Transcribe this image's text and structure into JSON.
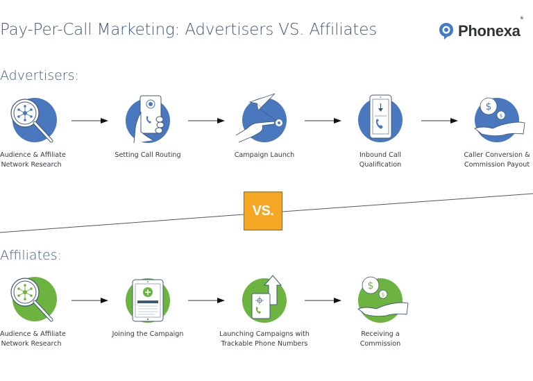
{
  "header": {
    "title": "Pay-Per-Call Marketing: Advertisers VS. Affiliates",
    "logo": {
      "icon": "location-chat-pin-icon",
      "text": "Phonexa",
      "registered": "®",
      "color": "#3f7bc9"
    }
  },
  "colors": {
    "advertiser_circle": "#4a78bf",
    "affiliate_circle": "#6db33f",
    "vs_badge": "#f5a623",
    "title_text": "#3f5a7a",
    "body_text": "#333840"
  },
  "advertisers": {
    "heading": "Advertisers:",
    "steps": [
      {
        "icon": "magnifier-network-icon",
        "line1": "Audience & Affiliate",
        "line2": "Network Research"
      },
      {
        "icon": "hand-phone-routing-icon",
        "line1": "Setting Call Routing",
        "line2": ""
      },
      {
        "icon": "paper-plane-launch-icon",
        "line1": "Campaign Launch",
        "line2": ""
      },
      {
        "icon": "phone-inbound-call-icon",
        "line1": "Inbound Call",
        "line2": "Qualification"
      },
      {
        "icon": "hand-coins-payout-icon",
        "line1": "Caller Conversion &",
        "line2": "Commission Payout"
      }
    ]
  },
  "vs": {
    "label": "VS."
  },
  "affiliates": {
    "heading": "Affiliates:",
    "steps": [
      {
        "icon": "magnifier-network-icon",
        "line1": "Audience & Affiliate",
        "line2": "Network Research"
      },
      {
        "icon": "tablet-join-campaign-icon",
        "line1": "Joining the Campaign",
        "line2": ""
      },
      {
        "icon": "tracking-card-arrow-up-icon",
        "line1": "Launching Campaigns with",
        "line2": "Trackable Phone Numbers"
      },
      {
        "icon": "hand-coins-commission-icon",
        "line1": "Receiving a",
        "line2": "Commission"
      }
    ]
  }
}
